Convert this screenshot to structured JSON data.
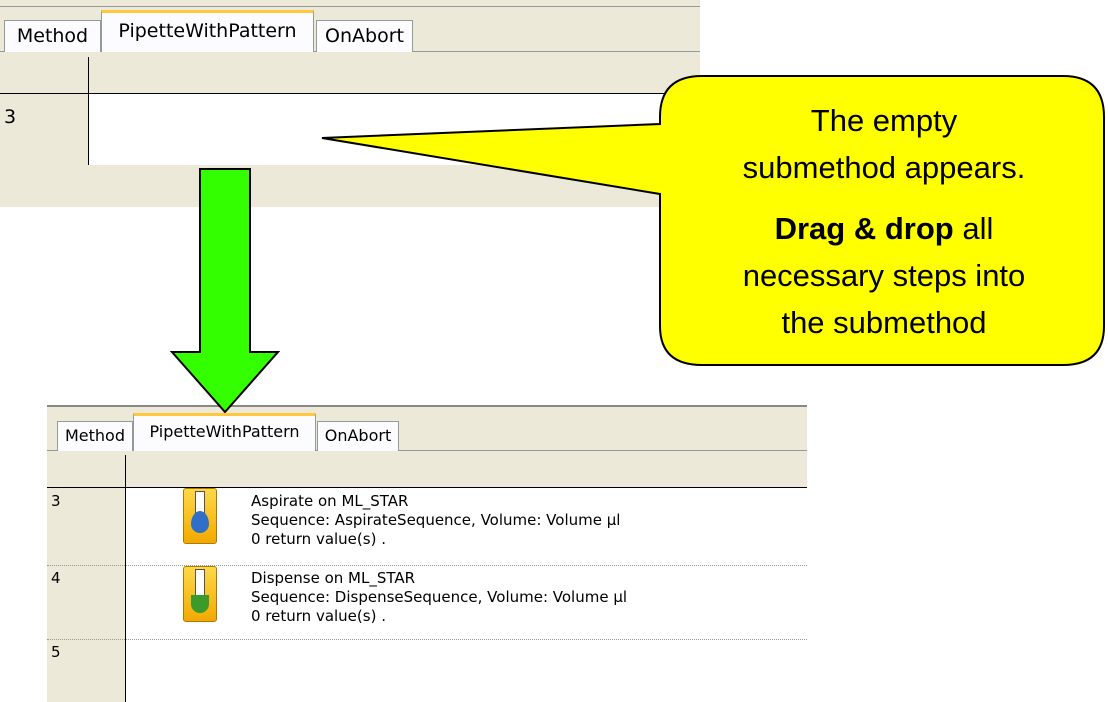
{
  "tabs": [
    "Method",
    "PipetteWithPattern",
    "OnAbort"
  ],
  "active_tab": "PipetteWithPattern",
  "top_panel": {
    "row_number": "3"
  },
  "bottom_panel": {
    "rows": [
      {
        "number": "3",
        "icon": "aspirate-icon",
        "title": "Aspirate on ML_STAR",
        "detail": "Sequence: AspirateSequence, Volume: Volume µl",
        "returns": "0 return value(s) ."
      },
      {
        "number": "4",
        "icon": "dispense-icon",
        "title": "Dispense on ML_STAR",
        "detail": "Sequence: DispenseSequence, Volume: Volume µl",
        "returns": "0 return value(s) ."
      },
      {
        "number": "5"
      }
    ]
  },
  "callout": {
    "line1": "The empty",
    "line2": "submethod appears.",
    "bold": "Drag & drop",
    "rest": " all",
    "line4": "necessary steps into",
    "line5": "the submethod"
  },
  "colors": {
    "callout_fill": "#ffff00",
    "arrow_fill": "#33ff00",
    "active_tab_accent": "#ffc83c"
  }
}
